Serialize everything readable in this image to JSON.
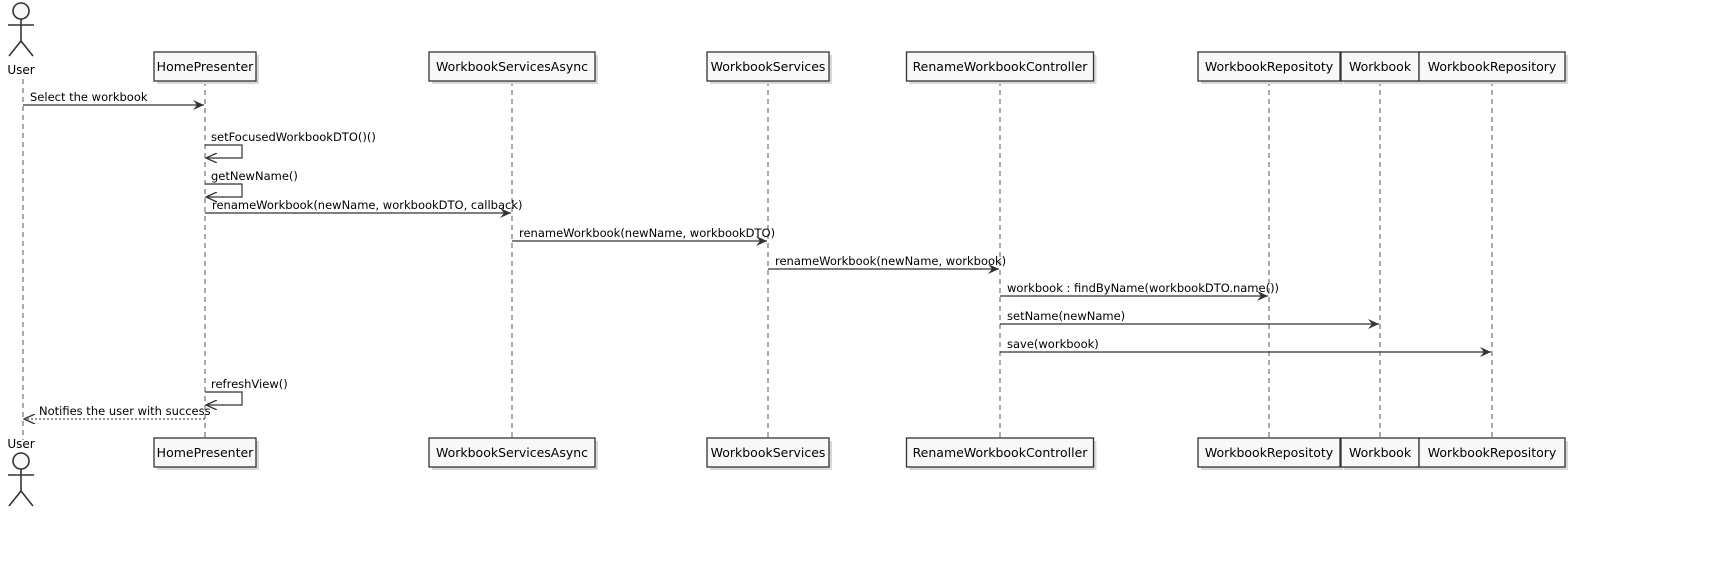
{
  "colors": {
    "box_fill": "#f8f8f8",
    "stroke": "#333333",
    "lifeline": "#555555",
    "text": "#000000"
  },
  "participants": [
    {
      "id": "user",
      "label": "User",
      "kind": "actor"
    },
    {
      "id": "home",
      "label": "HomePresenter",
      "kind": "participant"
    },
    {
      "id": "wsa",
      "label": "WorkbookServicesAsync",
      "kind": "participant"
    },
    {
      "id": "ws",
      "label": "WorkbookServices",
      "kind": "participant"
    },
    {
      "id": "rwc",
      "label": "RenameWorkbookController",
      "kind": "participant"
    },
    {
      "id": "wrepoty",
      "label": "WorkbookRepositoty",
      "kind": "participant"
    },
    {
      "id": "wb",
      "label": "Workbook",
      "kind": "participant"
    },
    {
      "id": "wrepo",
      "label": "WorkbookRepository",
      "kind": "participant"
    }
  ],
  "messages": [
    {
      "from": "user",
      "to": "home",
      "label": "Select the workbook",
      "style": "sync"
    },
    {
      "from": "home",
      "to": "home",
      "label": "setFocusedWorkbookDTO()()",
      "style": "self"
    },
    {
      "from": "home",
      "to": "home",
      "label": "getNewName()",
      "style": "self"
    },
    {
      "from": "home",
      "to": "wsa",
      "label": "renameWorkbook(newName, workbookDTO, callback)",
      "style": "sync"
    },
    {
      "from": "wsa",
      "to": "ws",
      "label": "renameWorkbook(newName, workbookDTO)",
      "style": "sync"
    },
    {
      "from": "ws",
      "to": "rwc",
      "label": "renameWorkbook(newName, workbook)",
      "style": "sync"
    },
    {
      "from": "rwc",
      "to": "wrepoty",
      "label": "workbook : findByName(workbookDTO.name())",
      "style": "sync"
    },
    {
      "from": "rwc",
      "to": "wb",
      "label": "setName(newName)",
      "style": "sync"
    },
    {
      "from": "rwc",
      "to": "wrepo",
      "label": "save(workbook)",
      "style": "sync"
    },
    {
      "from": "home",
      "to": "home",
      "label": "refreshView()",
      "style": "self"
    },
    {
      "from": "home",
      "to": "user",
      "label": "Notifies the user with success",
      "style": "return"
    }
  ]
}
